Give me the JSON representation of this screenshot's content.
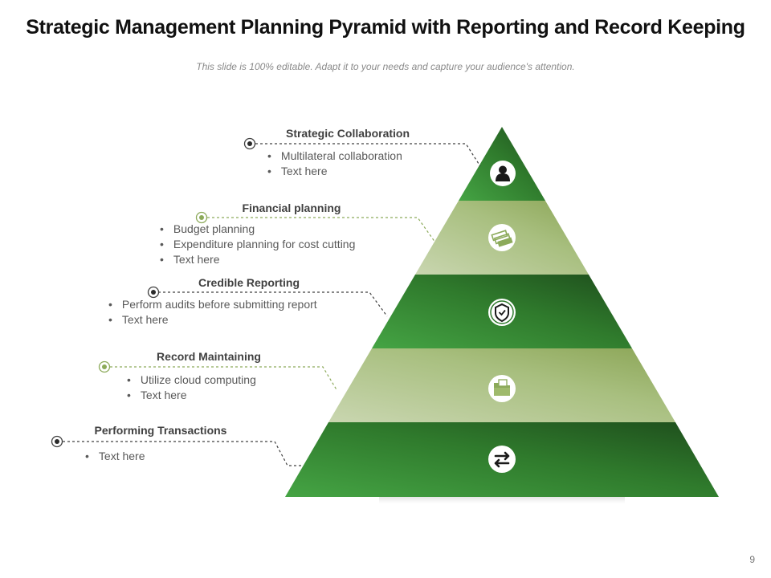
{
  "title": "Strategic Management Planning Pyramid with Reporting and Record Keeping",
  "subtitle": "This slide is 100% editable. Adapt it to your needs and capture your audience's attention.",
  "page_number": "9",
  "colors": {
    "dark_green": "#2f7a2c",
    "light_green": "#a7be7d",
    "connector_dark": "#404040",
    "connector_light": "#8caa5a"
  },
  "levels": [
    {
      "title": "Strategic Collaboration",
      "items": [
        "Multilateral  collaboration",
        "Text here"
      ],
      "icon": "user-icon",
      "shade": "dark"
    },
    {
      "title": "Financial planning",
      "items": [
        "Budget planning",
        "Expenditure planning for cost cutting",
        "Text here"
      ],
      "icon": "money-stack-icon",
      "shade": "light"
    },
    {
      "title": "Credible Reporting",
      "items": [
        "Perform audits before submitting report",
        "Text here"
      ],
      "icon": "shield-icon",
      "shade": "dark"
    },
    {
      "title": "Record Maintaining",
      "items": [
        "Utilize cloud computing",
        "Text here"
      ],
      "icon": "folder-icon",
      "shade": "light"
    },
    {
      "title": "Performing Transactions",
      "items": [
        "Text here"
      ],
      "icon": "exchange-arrows-icon",
      "shade": "dark"
    }
  ]
}
